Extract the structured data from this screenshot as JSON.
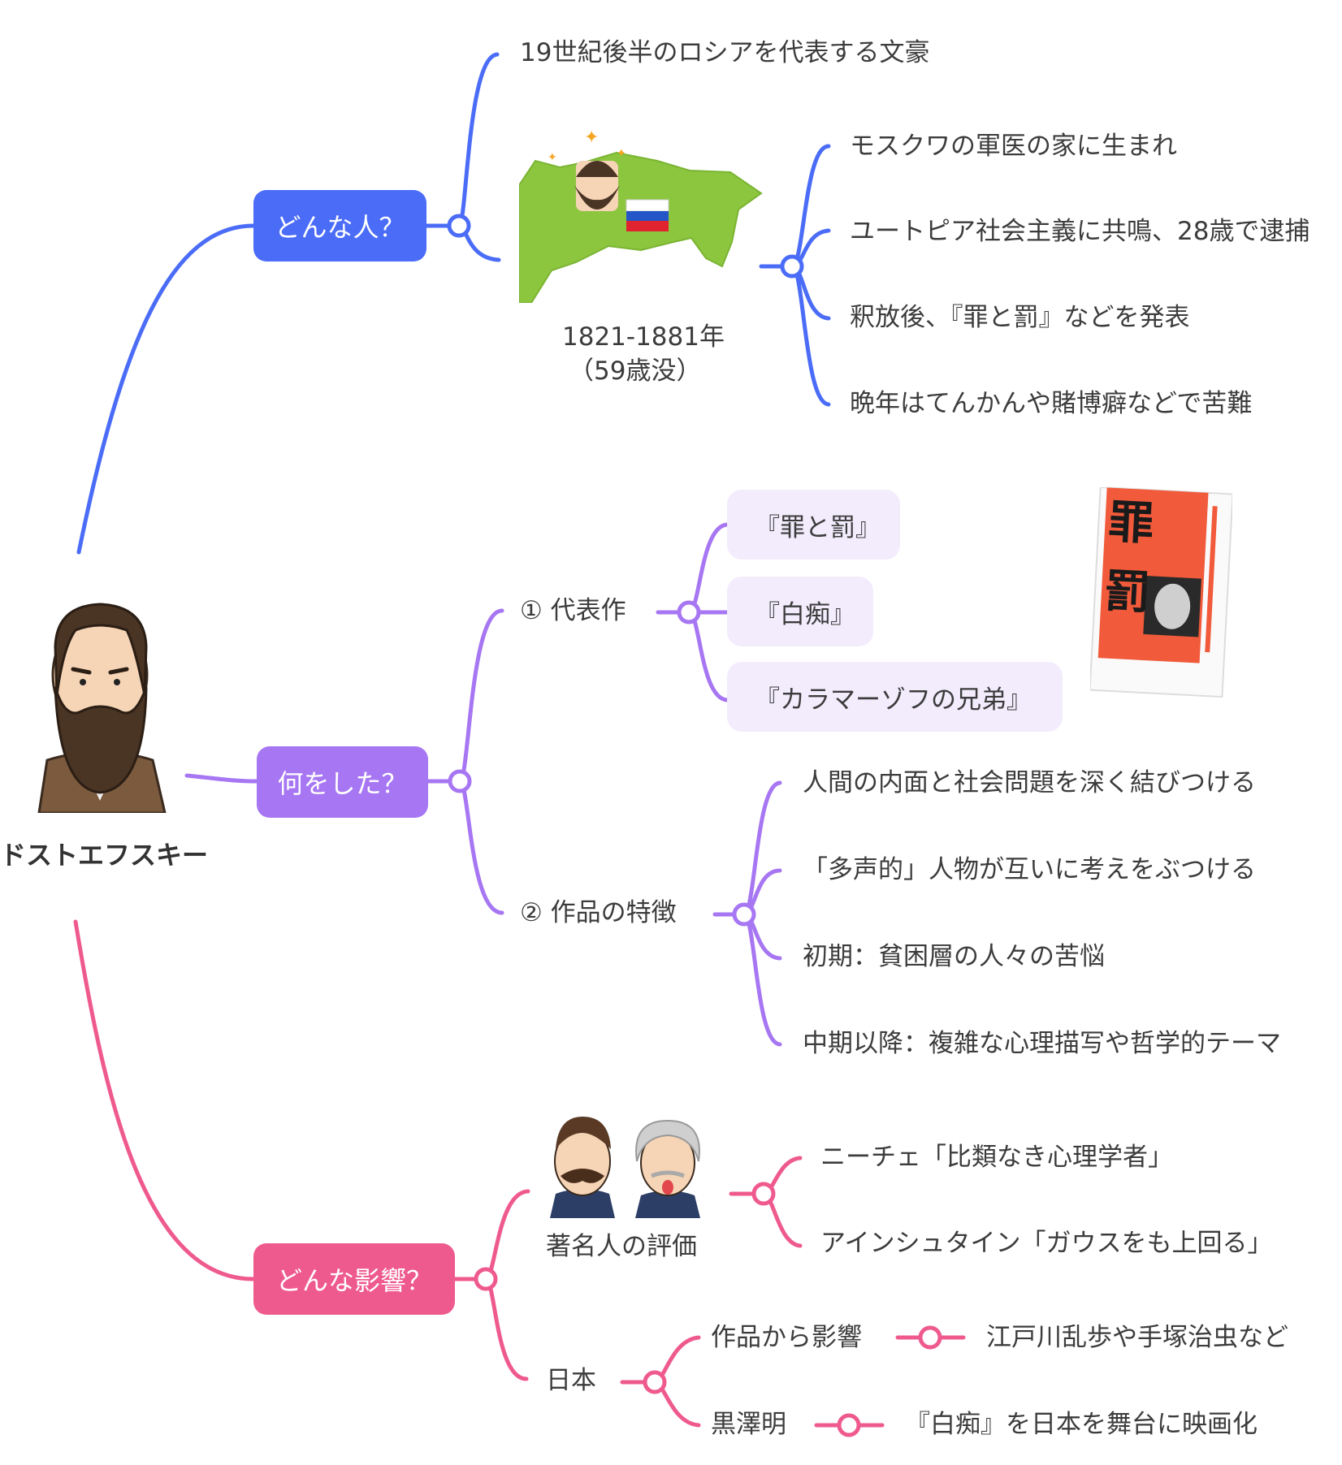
{
  "root": {
    "label": "ドストエフスキー",
    "icon": "dostoevsky-portrait-icon"
  },
  "colors": {
    "blue": "#4a6cf7",
    "purple": "#a776f3",
    "pink": "#ef5a8e",
    "box": "#f2ecfd"
  },
  "branch1": {
    "label": "どんな人？",
    "desc": "19世紀後半のロシアを代表する文豪",
    "map_icon": "russia-map-icon",
    "dates_line1": "1821-1881年",
    "dates_line2": "（59歳没）",
    "items": [
      "モスクワの軍医の家に生まれ",
      "ユートピア社会主義に共鳴、28歳で逮捕",
      "釈放後、『罪と罰』などを発表",
      "晩年はてんかんや賭博癖などで苦難"
    ]
  },
  "branch2": {
    "label": "何をした？",
    "works_label": "① 代表作",
    "works": [
      "『罪と罰』",
      "『白痴』",
      "『カラマーゾフの兄弟』"
    ],
    "book_icon": "crime-and-punishment-book-icon",
    "book_title": "罪と罰",
    "features_label": "② 作品の特徴",
    "features": [
      "人間の内面と社会問題を深く結びつける",
      "「多声的」人物が互いに考えをぶつける",
      "初期：貧困層の人々の苦悩",
      "中期以降：複雑な心理描写や哲学的テーマ"
    ]
  },
  "branch3": {
    "label": "どんな影響？",
    "famous_label": "著名人の評価",
    "famous_icon": "nietzsche-einstein-icon",
    "famous": [
      "ニーチェ「比類なき心理学者」",
      "アインシュタイン「ガウスをも上回る」"
    ],
    "japan_label": "日本",
    "japan_items": [
      {
        "label": "作品から影響",
        "detail": "江戸川乱歩や手塚治虫など"
      },
      {
        "label": "黒澤明",
        "detail": "『白痴』を日本を舞台に映画化"
      }
    ]
  }
}
